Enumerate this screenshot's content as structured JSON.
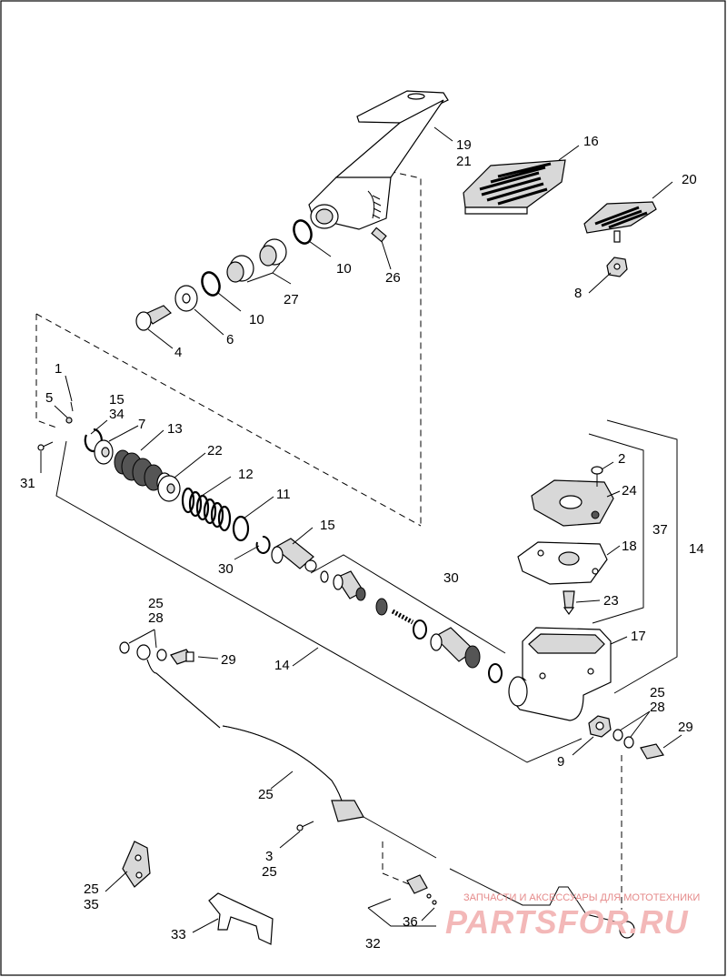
{
  "labels": {
    "l1": "1",
    "l5": "5",
    "l15a": "15",
    "l34": "34",
    "l7": "7",
    "l13": "13",
    "l31": "31",
    "l22": "22",
    "l12": "12",
    "l11": "11",
    "l15b": "15",
    "l30a": "30",
    "l30b": "30",
    "l4": "4",
    "l6": "6",
    "l10a": "10",
    "l10b": "10",
    "l27": "27",
    "l26": "26",
    "l19": "19",
    "l21": "21",
    "l16": "16",
    "l20": "20",
    "l8": "8",
    "l2": "2",
    "l24": "24",
    "l37": "37",
    "l18": "18",
    "l14a": "14",
    "l23": "23",
    "l17": "17",
    "l25a": "25",
    "l28a": "28",
    "l29a": "29",
    "l14b": "14",
    "l25b": "25",
    "l28b": "28",
    "l29b": "29",
    "l9": "9",
    "l25c": "25",
    "l3": "3",
    "l25d": "25",
    "l25e": "25",
    "l35": "35",
    "l33": "33",
    "l32": "32",
    "l36": "36"
  },
  "watermark": {
    "tagline": "ЗАПЧАСТИ И АКСЕССУАРЫ ДЛЯ МОТОТЕХНИКИ",
    "brand": "PARTSFOR.RU"
  }
}
